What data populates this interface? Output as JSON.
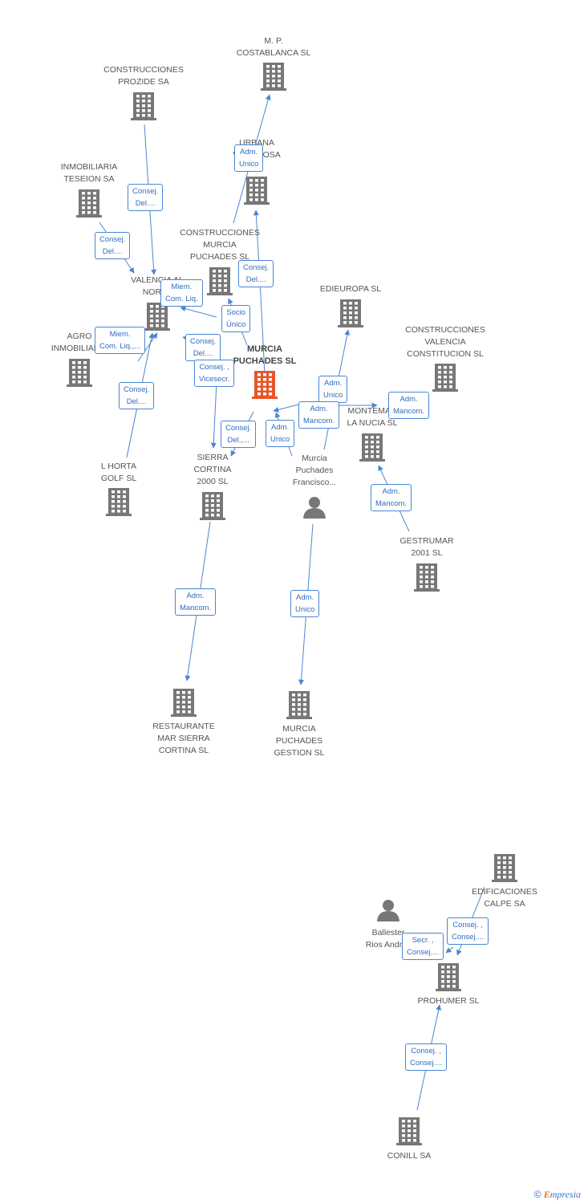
{
  "nodes": [
    {
      "id": "mp",
      "type": "company",
      "lines": [
        "M. P.",
        "COSTABLANCA SL"
      ]
    },
    {
      "id": "prozide",
      "type": "company",
      "lines": [
        "CONSTRUCCIONES",
        "PROZIDE SA"
      ]
    },
    {
      "id": "teseion",
      "type": "company",
      "lines": [
        "INMOBILIARIA",
        "TESEION SA"
      ]
    },
    {
      "id": "urbana",
      "type": "company",
      "lines": [
        "URBANA",
        "VILLA...OSA"
      ]
    },
    {
      "id": "cmp",
      "type": "company",
      "lines": [
        "CONSTRUCCIONES",
        "MURCIA",
        "PUCHADES SL"
      ]
    },
    {
      "id": "valencia",
      "type": "company",
      "lines": [
        "VALENCIA AL",
        "NORTE"
      ]
    },
    {
      "id": "agro",
      "type": "company",
      "lines": [
        "AGRO",
        "INMOBILIARIA"
      ]
    },
    {
      "id": "main",
      "type": "company_main",
      "lines": [
        "MURCIA",
        "PUCHADES SL"
      ]
    },
    {
      "id": "edieuropa",
      "type": "company",
      "lines": [
        "EDIEUROPA SL"
      ]
    },
    {
      "id": "cvc",
      "type": "company",
      "lines": [
        "CONSTRUCCIONES",
        "VALENCIA",
        "CONSTITUCION SL"
      ]
    },
    {
      "id": "montemar",
      "type": "company",
      "lines": [
        "MONTEMAR",
        "LA NUCIA SL"
      ]
    },
    {
      "id": "lhorta",
      "type": "company",
      "lines": [
        "L HORTA",
        "GOLF  SL"
      ]
    },
    {
      "id": "sierra",
      "type": "company",
      "lines": [
        "SIERRA",
        "CORTINA",
        "2000 SL"
      ]
    },
    {
      "id": "mpf",
      "type": "person",
      "lines": [
        "Murcia",
        "Puchades",
        "Francisco..."
      ]
    },
    {
      "id": "gestrumar",
      "type": "company",
      "lines": [
        "GESTRUMAR",
        "2001 SL"
      ]
    },
    {
      "id": "restaurante",
      "type": "company",
      "lines": [
        "RESTAURANTE",
        "MAR SIERRA",
        "CORTINA SL"
      ]
    },
    {
      "id": "mpgestion",
      "type": "company",
      "lines": [
        "MURCIA",
        "PUCHADES",
        "GESTION SL"
      ]
    },
    {
      "id": "edificaciones",
      "type": "company",
      "lines": [
        "EDIFICACIONES",
        "CALPE SA"
      ]
    },
    {
      "id": "ballester",
      "type": "person",
      "lines": [
        "Ballester",
        "Rios Andres"
      ]
    },
    {
      "id": "prohumer",
      "type": "company",
      "lines": [
        "PROHUMER SL"
      ]
    },
    {
      "id": "conill",
      "type": "company",
      "lines": [
        "CONILL SA"
      ]
    }
  ],
  "relations": [
    {
      "id": "r1",
      "lines": [
        "Adm.",
        "Unico"
      ]
    },
    {
      "id": "r2",
      "lines": [
        "Consej.",
        "Del...."
      ]
    },
    {
      "id": "r3",
      "lines": [
        "Consej.",
        "Del...."
      ]
    },
    {
      "id": "r4",
      "lines": [
        "Consej.",
        "Del...."
      ]
    },
    {
      "id": "r5",
      "lines": [
        "Miem.",
        "Com. Liq."
      ]
    },
    {
      "id": "r6",
      "lines": [
        "Socio",
        "Único"
      ]
    },
    {
      "id": "r7",
      "lines": [
        "Miem.",
        "Com. Liq.,..."
      ]
    },
    {
      "id": "r8",
      "lines": [
        "Consej.",
        "Del...."
      ]
    },
    {
      "id": "r9",
      "lines": [
        "Consej. ,",
        "Vicesecr."
      ]
    },
    {
      "id": "r10",
      "lines": [
        "Consej.",
        "Del...."
      ]
    },
    {
      "id": "r11",
      "lines": [
        "Adm.",
        "Unico"
      ]
    },
    {
      "id": "r12",
      "lines": [
        "Adm.",
        "Mancom."
      ]
    },
    {
      "id": "r13",
      "lines": [
        "Adm.",
        "Mancom."
      ]
    },
    {
      "id": "r14",
      "lines": [
        "Consej.",
        "Del.,..."
      ]
    },
    {
      "id": "r15",
      "lines": [
        "Adm.",
        "Unico"
      ]
    },
    {
      "id": "r16",
      "lines": [
        "Adm.",
        "Mancom."
      ]
    },
    {
      "id": "r17",
      "lines": [
        "Adm.",
        "Mancom."
      ]
    },
    {
      "id": "r18",
      "lines": [
        "Adm.",
        "Unico"
      ]
    },
    {
      "id": "r19",
      "lines": [
        "Consej. ,",
        "Consej...."
      ]
    },
    {
      "id": "r20",
      "lines": [
        "Secr. ,",
        "Consej...."
      ]
    },
    {
      "id": "r21",
      "lines": [
        "Consej. ,",
        "Consej...."
      ]
    }
  ],
  "colors": {
    "company": "#777777",
    "company_main": "#e8552a",
    "person": "#777777",
    "edge": "#4a86d4",
    "box_border": "#4a86d4",
    "box_text": "#2f6cc0",
    "label": "#555555"
  },
  "footer": {
    "copyright": "©",
    "brand_initial": "E",
    "brand_rest": "mpresia"
  }
}
